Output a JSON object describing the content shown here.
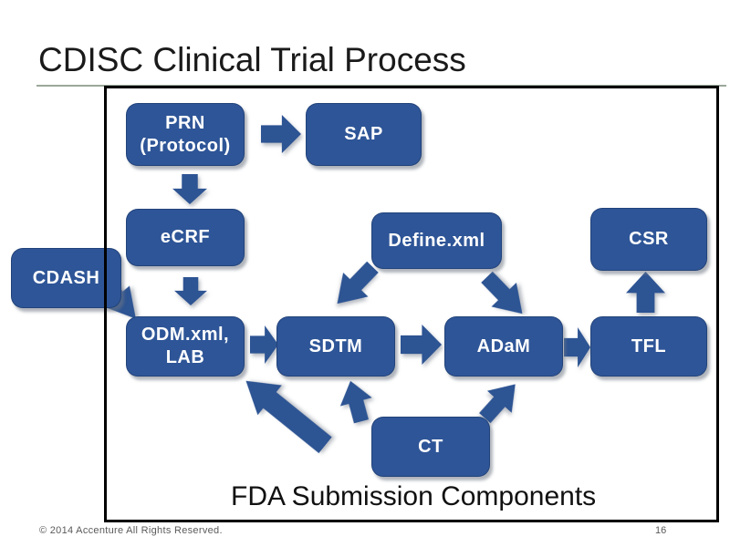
{
  "title": "CDISC Clinical Trial Process",
  "caption": "FDA Submission Components",
  "footer": {
    "copyright": "© 2014 Accenture  All Rights Reserved.",
    "page": "16"
  },
  "boxes": {
    "prn": "PRN\n(Protocol)",
    "sap": "SAP",
    "ecrf": "eCRF",
    "cdash": "CDASH",
    "define": "Define.xml",
    "csr": "CSR",
    "odm": "ODM.xml,\nLAB",
    "sdtm": "SDTM",
    "adam": "ADaM",
    "tfl": "TFL",
    "ct": "CT"
  },
  "colors": {
    "box": "#2e5597",
    "arrow": "#2d5493",
    "title": "#1a1a1a",
    "underline": "#9ba89b",
    "frame_border": "#000000",
    "footer": "#5a5a5a",
    "background": "#ffffff"
  }
}
